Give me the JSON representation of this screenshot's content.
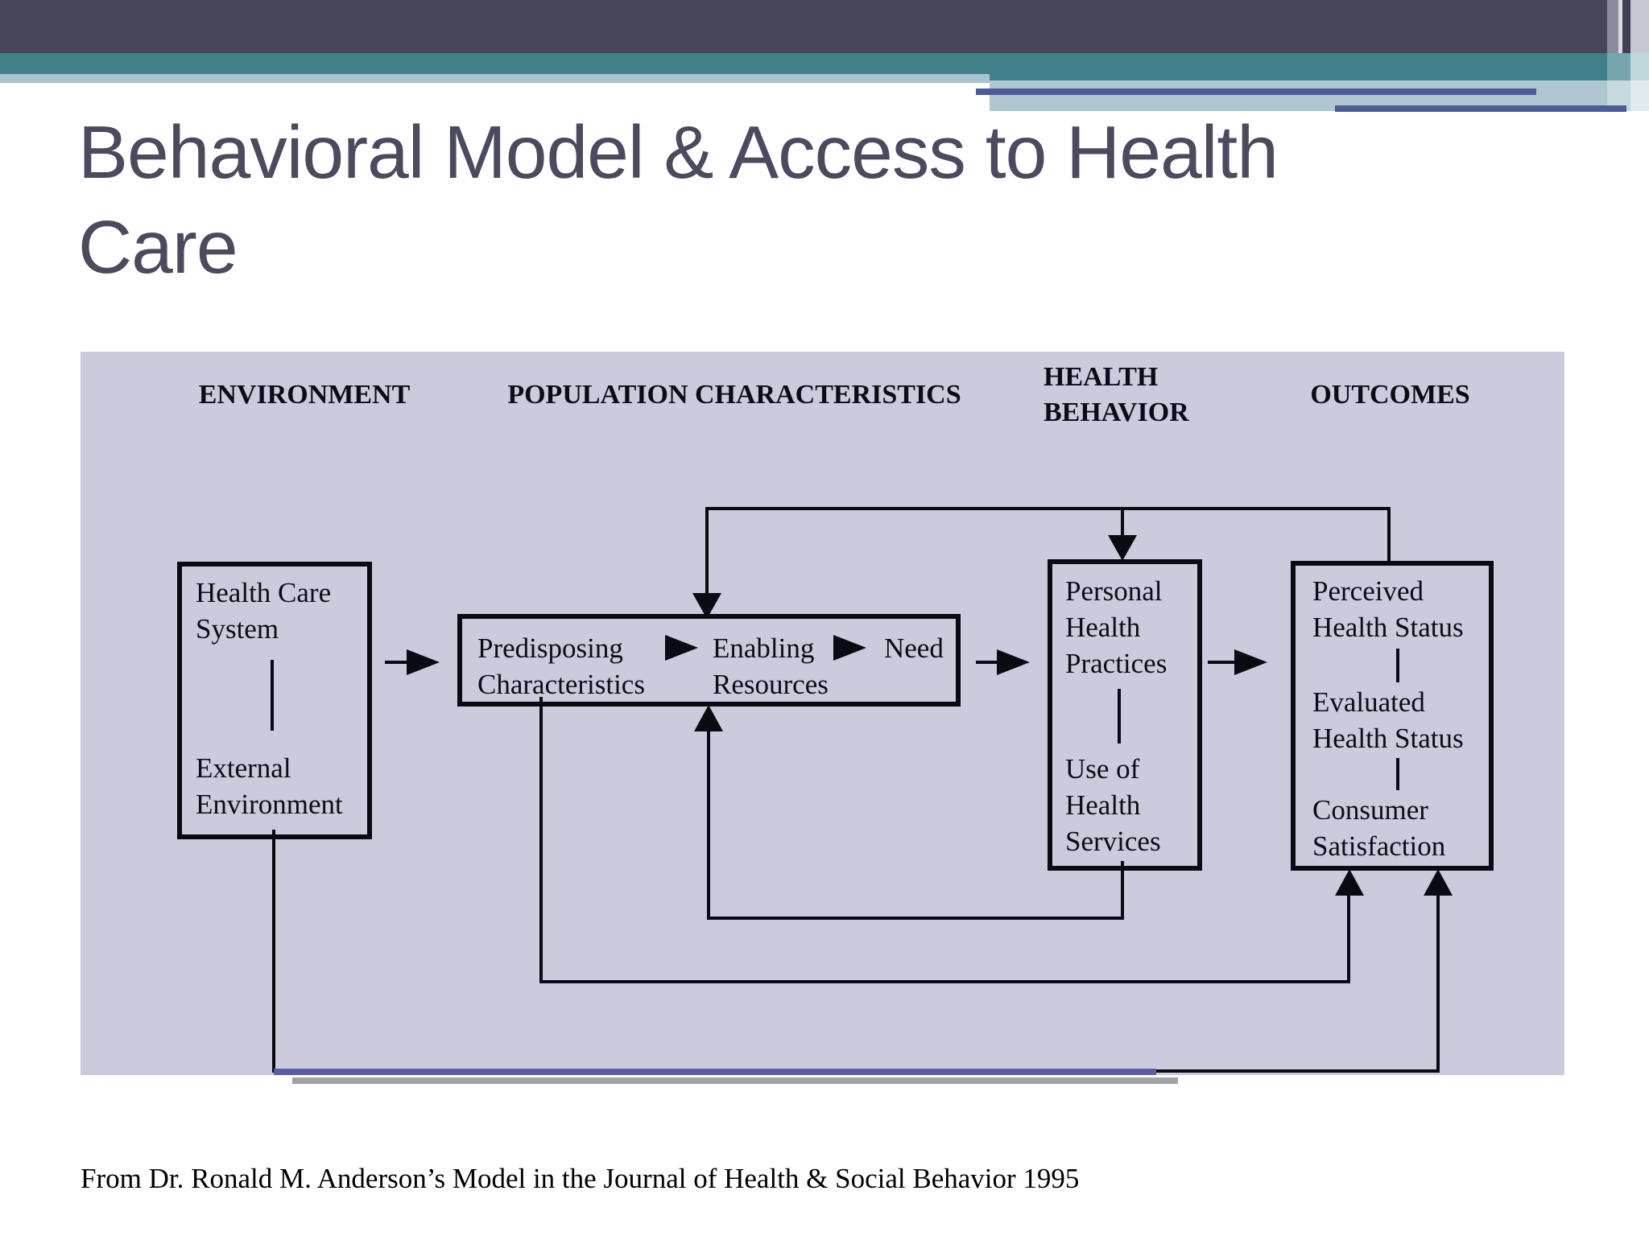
{
  "slide": {
    "title_line1": "Behavioral Model & Access to Health",
    "title_line2": "Care",
    "caption": "From Dr. Ronald M. Anderson’s Model in the Journal of Health & Social Behavior 1995"
  },
  "diagram": {
    "headers": [
      {
        "label": "ENVIRONMENT"
      },
      {
        "label": "POPULATION CHARACTERISTICS"
      },
      {
        "label": "HEALTH BEHAVIOR",
        "lines": [
          "HEALTH",
          "BEHAVIOR"
        ]
      },
      {
        "label": "OUTCOMES"
      }
    ],
    "boxes": {
      "environment": {
        "top": "Health Care System",
        "bottom": "External Environment"
      },
      "population_characteristics": {
        "item1": "Predisposing Characteristics",
        "item2": "Enabling Resources",
        "item3": "Need"
      },
      "health_behavior": {
        "top": "Personal Health Practices",
        "bottom": "Use of Health Services"
      },
      "outcomes": {
        "item1": "Perceived Health Status",
        "item2": "Evaluated Health Status",
        "item3": "Consumer Satisfaction"
      }
    }
  },
  "colors": {
    "banner_dark_slate": "#474659",
    "banner_teal": "#3f8089",
    "banner_light_blue": "#a9c4ce",
    "banner_blue_line": "#4c5a9a",
    "panel_lavender": "#cbcbdd",
    "diagram_ink": "#0a0a12",
    "title_text": "#4b4a5f",
    "bottom_purple_bar": "#5a5aa5",
    "bottom_gray_bar": "#9fa3a6"
  }
}
